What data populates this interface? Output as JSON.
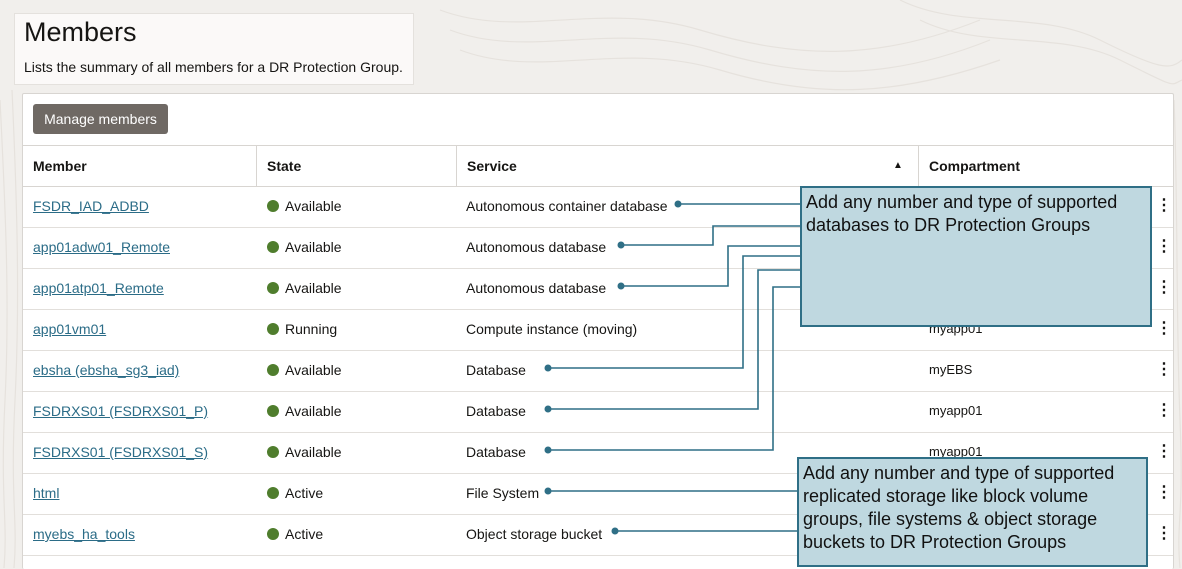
{
  "header": {
    "title": "Members",
    "subtitle": "Lists the summary of all members for a DR Protection Group."
  },
  "toolbar": {
    "manage_label": "Manage members"
  },
  "table": {
    "columns": {
      "member": "Member",
      "state": "State",
      "service": "Service",
      "compartment": "Compartment"
    },
    "sort": {
      "column": "Service",
      "direction": "ascending",
      "icon": "triangle-up-icon"
    },
    "rows": [
      {
        "member": "FSDR_IAD_ADBD",
        "state": "Available",
        "service": "Autonomous container database",
        "compartment": ""
      },
      {
        "member": "app01adw01_Remote",
        "state": "Available",
        "service": "Autonomous database",
        "compartment": ""
      },
      {
        "member": "app01atp01_Remote",
        "state": "Available",
        "service": "Autonomous database",
        "compartment": ""
      },
      {
        "member": "app01vm01",
        "state": "Running",
        "service": "Compute instance (moving)",
        "compartment": "myapp01"
      },
      {
        "member": "ebsha (ebsha_sg3_iad)",
        "state": "Available",
        "service": "Database",
        "compartment": "myEBS"
      },
      {
        "member": "FSDRXS01 (FSDRXS01_P)",
        "state": "Available",
        "service": "Database",
        "compartment": "myapp01"
      },
      {
        "member": "FSDRXS01 (FSDRXS01_S)",
        "state": "Available",
        "service": "Database",
        "compartment": "myapp01"
      },
      {
        "member": "html",
        "state": "Active",
        "service": "File System",
        "compartment": ""
      },
      {
        "member": "myebs_ha_tools",
        "state": "Active",
        "service": "Object storage bucket",
        "compartment": ""
      }
    ]
  },
  "annotations": {
    "databases": "Add any number and type of supported databases to DR Protection Groups",
    "storage": "Add any number and type of supported replicated storage like block volume groups, file systems & object storage buckets to DR Protection Groups"
  },
  "colors": {
    "status_green": "#4f7d2d",
    "link": "#2b6c87",
    "button_bg": "#6f6964",
    "callout_fill": "#bfd8e0",
    "callout_border": "#2f6f86"
  }
}
